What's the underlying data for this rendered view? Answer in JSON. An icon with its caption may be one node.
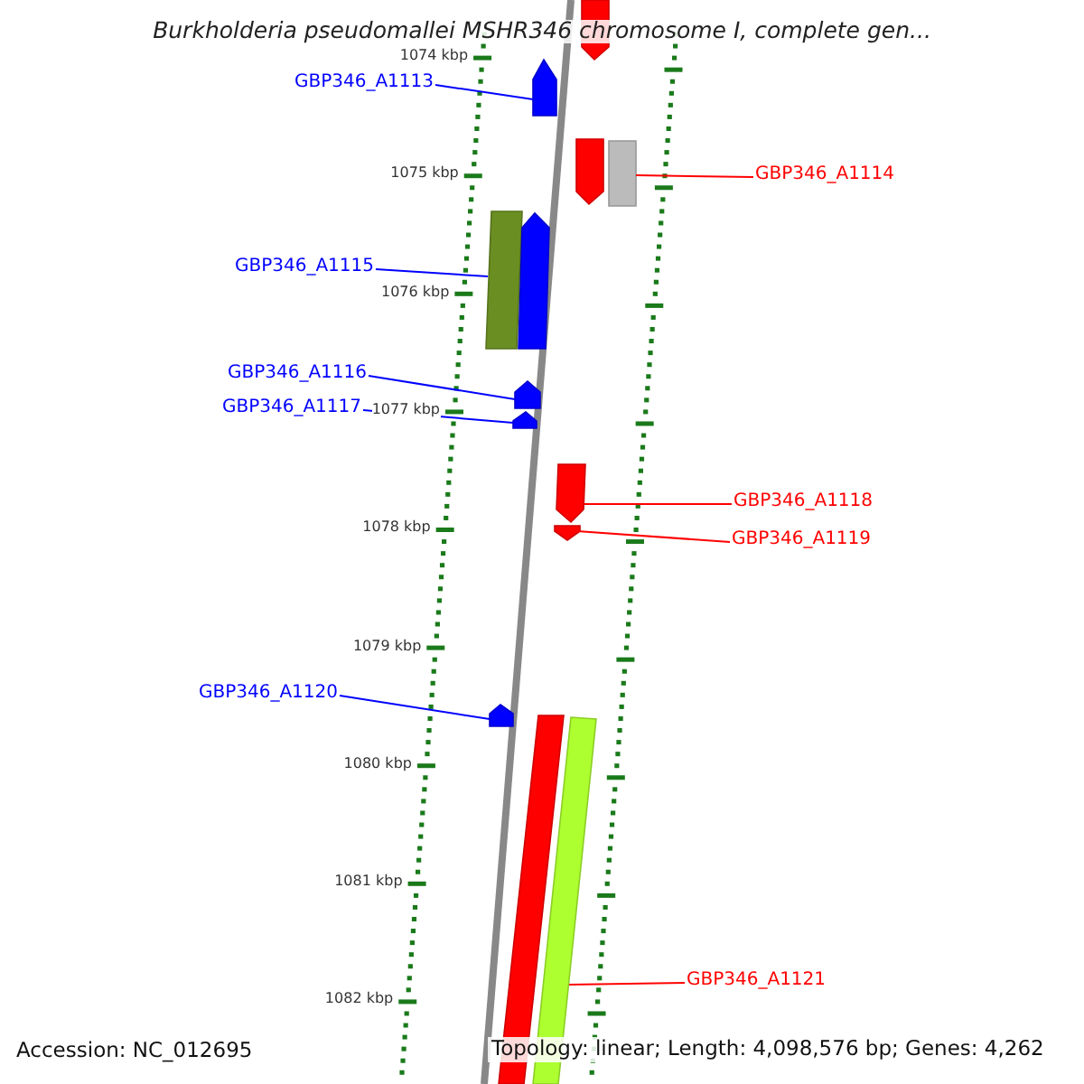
{
  "diagram": {
    "title": "Burkholderia pseudomallei MSHR346 chromosome I, complete gen...",
    "nodes": [
      {
        "text": [
          "GBP346_A1113"
        ]
      },
      {
        "text": [
          "GBP346_A1114"
        ]
      },
      {
        "text": [
          "GBP346_A1115"
        ]
      },
      {
        "text": [
          "GBP346_A1116"
        ]
      },
      {
        "text": [
          "GBP346_A1117"
        ]
      },
      {
        "text": [
          "GBP346_A1118"
        ]
      },
      {
        "text": [
          "GBP346_A1119"
        ]
      },
      {
        "text": [
          "GBP346_A1120"
        ]
      },
      {
        "text": [
          "GBP346_A1121"
        ]
      },
      {
        "text": [],
        "shape": "arrow"
      },
      {
        "text": [],
        "shape": "arrow"
      },
      {
        "text": [],
        "shape": "arrow"
      },
      {
        "text": [],
        "shape": "bar"
      },
      {
        "text": [],
        "shape": "bar"
      },
      {
        "text": [],
        "shape": "arrow"
      },
      {
        "text": [],
        "shape": "arrow"
      },
      {
        "text": [],
        "shape": "arrow"
      },
      {
        "text": [],
        "shape": "arrow"
      },
      {
        "text": [],
        "shape": "arrow"
      },
      {
        "text": [],
        "shape": "arrow"
      },
      {
        "text": [],
        "shape": "bar"
      },
      {
        "text": [],
        "shape": "bar"
      }
    ],
    "edges": [
      {
        "from": 0,
        "to": 10,
        "arrow": "none",
        "color": "#0000ff"
      },
      {
        "from": 1,
        "to": 12,
        "arrow": "none",
        "color": "#ff0000"
      },
      {
        "from": 2,
        "to": 13,
        "arrow": "none",
        "color": "#0000ff"
      },
      {
        "from": 3,
        "to": 15,
        "arrow": "none",
        "color": "#0000ff"
      },
      {
        "from": 4,
        "to": 16,
        "arrow": "none",
        "color": "#0000ff"
      },
      {
        "from": 5,
        "to": 17,
        "arrow": "none",
        "color": "#ff0000"
      },
      {
        "from": 6,
        "to": 18,
        "arrow": "none",
        "color": "#ff0000"
      },
      {
        "from": 7,
        "to": 19,
        "arrow": "none",
        "color": "#0000ff"
      },
      {
        "from": 8,
        "to": 21,
        "arrow": "none",
        "color": "#ff0000"
      }
    ],
    "labels": [
      "1074 kbp",
      "1075 kbp",
      "1076 kbp",
      "1077 kbp",
      "1078 kbp",
      "1079 kbp",
      "1080 kbp",
      "1081 kbp",
      "1082 kbp",
      "Accession: NC_012695",
      "Topology: linear; Length: 4,098,576 bp; Genes: 4,262"
    ]
  }
}
